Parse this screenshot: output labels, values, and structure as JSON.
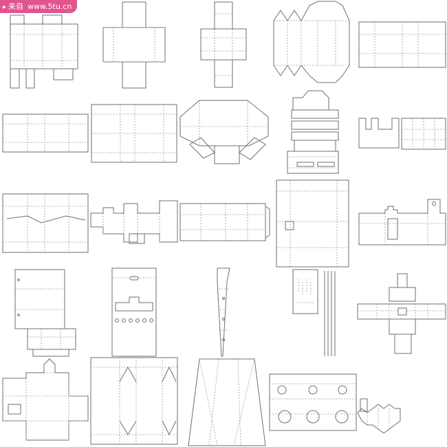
{
  "watermark": {
    "icon": "chevron-right-icon",
    "source_label": "来自",
    "site_text": "www.5tu.cn",
    "background_color": "#e0558d",
    "text_color": "#ffffff"
  },
  "colors": {
    "background": "#ffffff",
    "cut_line": "#6e6e6e",
    "fold_line": "#9a9a9a"
  },
  "templates": [
    "box-template-1-1",
    "box-template-1-2",
    "box-template-1-3",
    "box-template-1-4",
    "box-template-1-5",
    "box-template-2-1",
    "box-template-2-2",
    "box-template-2-3",
    "box-template-2-4",
    "box-template-2-5",
    "box-template-3-1",
    "box-template-3-2",
    "box-template-3-3",
    "box-template-3-4",
    "box-template-3-5",
    "box-template-4-1",
    "box-template-4-2",
    "box-template-4-3",
    "box-template-4-4",
    "box-template-4-5",
    "box-template-4-6",
    "box-template-5-1",
    "box-template-5-2",
    "box-template-5-3",
    "box-template-5-4",
    "box-template-5-5"
  ]
}
